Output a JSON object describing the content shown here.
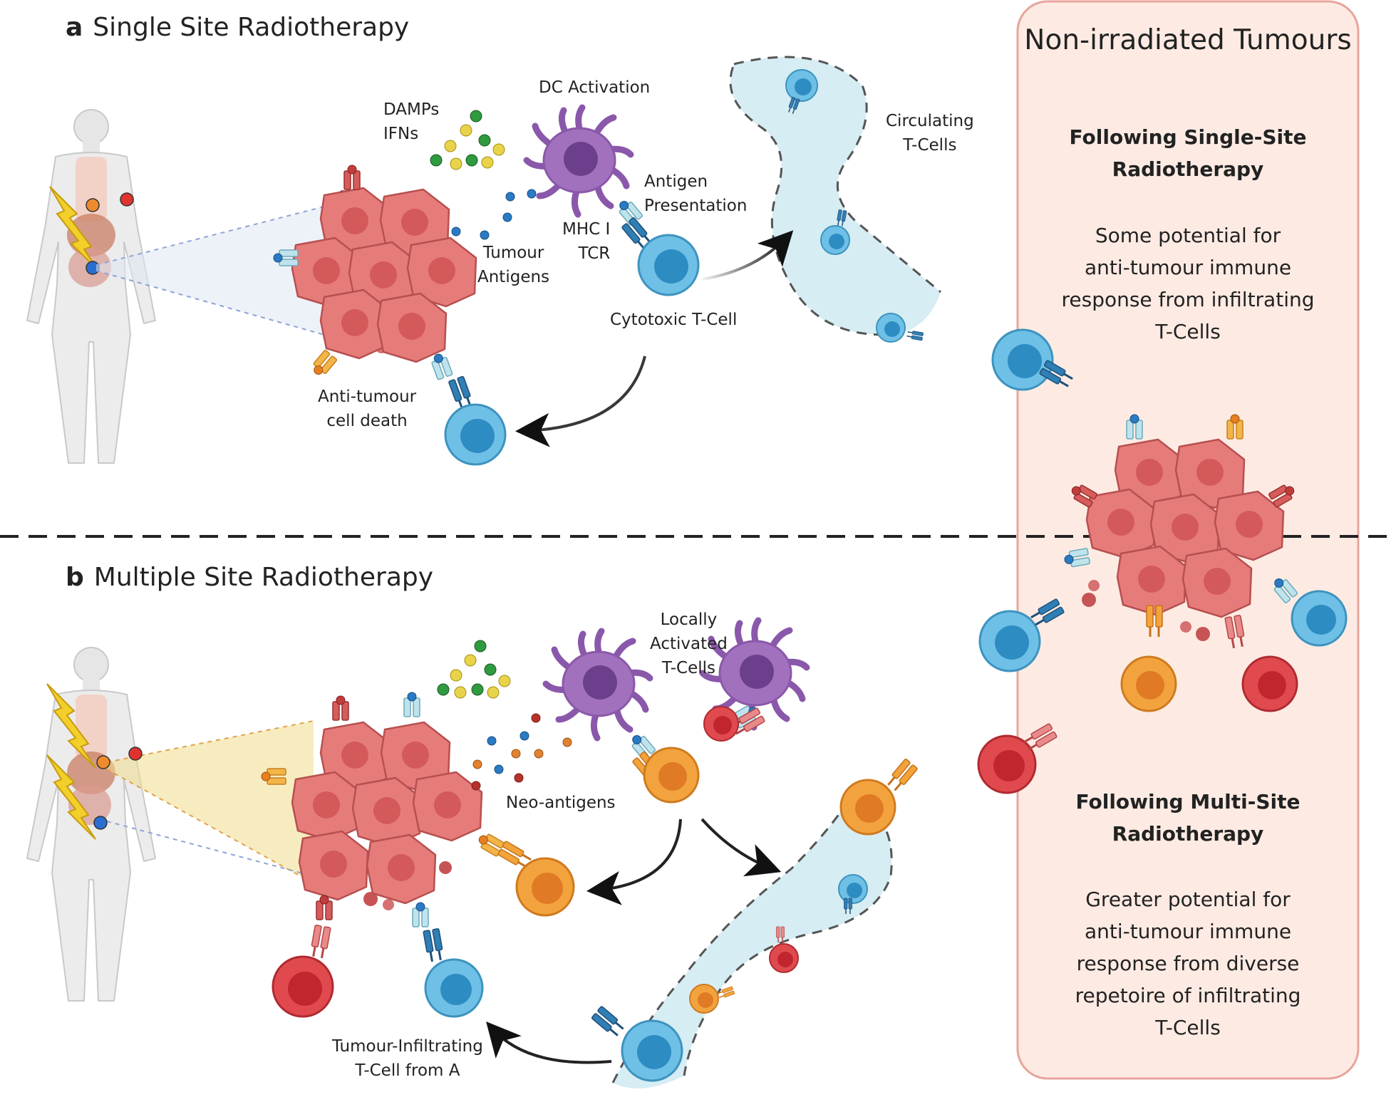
{
  "panel_a": {
    "letter": "a",
    "title": "Single Site Radiotherapy",
    "labels": {
      "damps": "DAMPs",
      "ifns": "IFNs",
      "dc_activation": "DC Activation",
      "antigen": "Antigen",
      "presentation": "Presentation",
      "circulating": "Circulating",
      "t_cells": "T-Cells",
      "tumour": "Tumour",
      "antigens": "Antigens",
      "mhc": "MHC I",
      "tcr": "TCR",
      "cytotoxic": "Cytotoxic T-Cell",
      "anti_tumour": "Anti-tumour",
      "cell_death": "cell death"
    }
  },
  "panel_b": {
    "letter": "b",
    "title": "Multiple Site Radiotherapy",
    "labels": {
      "locally": "Locally",
      "activated": "Activated",
      "t_cells": "T-Cells",
      "neo_antigens": "Neo-antigens",
      "tumour_infiltrating": "Tumour-Infiltrating",
      "t_cell_from_a": "T-Cell from A"
    }
  },
  "side_panel": {
    "title": "Non-irradiated Tumours",
    "single_head": [
      "Following Single-Site",
      "Radiotherapy"
    ],
    "single_body": [
      "Some potential for",
      "anti-tumour immune",
      "response from infiltrating",
      "T-Cells"
    ],
    "multi_head": [
      "Following Multi-Site",
      "Radiotherapy"
    ],
    "multi_body": [
      "Greater potential for",
      "anti-tumour immune",
      "response from diverse",
      "repetoire of infiltrating",
      "T-Cells"
    ]
  },
  "colors": {
    "tumour_cell": "#e67c7a",
    "tumour_nucleus": "#d4595b",
    "t_cell_blue": "#5cb5df",
    "t_cell_blue_nucleus": "#2d8dc2",
    "t_cell_orange": "#f0a23e",
    "t_cell_red": "#d9343c",
    "dendritic_cell": "#a171be",
    "vessel": "#d6edf3",
    "side_panel_fill": "#fdebe3",
    "side_panel_border": "#e8a49c",
    "lightning": "#f2cf2b"
  }
}
